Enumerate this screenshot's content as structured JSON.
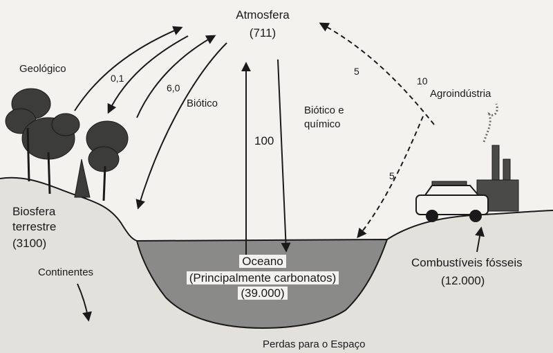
{
  "reservoirs": {
    "atmosphere": {
      "name": "Atmosfera",
      "value": "(711)"
    },
    "land_biosphere": {
      "name_line1": "Biosfera",
      "name_line2": "terrestre",
      "value": "(3100)"
    },
    "ocean": {
      "name": "Oceano",
      "detail": "(Principalmente carbonatos)",
      "value": "(39.000)"
    },
    "fossil_fuels": {
      "name": "Combustíveis fósseis",
      "value": "(12.000)"
    }
  },
  "process_labels": {
    "geologic": "Geológico",
    "biotic_left": "Biótico",
    "biotic_chemical_line1": "Biótico e",
    "biotic_chemical_line2": "químico",
    "agroindustry": "Agroindústria",
    "continents": "Continentes",
    "space_losses": "Perdas para o Espaço"
  },
  "flux_values": {
    "geologic": "0,1",
    "biotic_land": "6,0",
    "ocean_exchange": "100",
    "agro_to_atmosphere_upper": "5",
    "agro_to_atmosphere_lower": "10",
    "fossil_to_ocean": "5"
  },
  "colors": {
    "background": "#f3f2ee",
    "ink": "#1a1a1a",
    "ocean_fill": "#8a8a88",
    "ground_shade": "#b9b8b2"
  }
}
